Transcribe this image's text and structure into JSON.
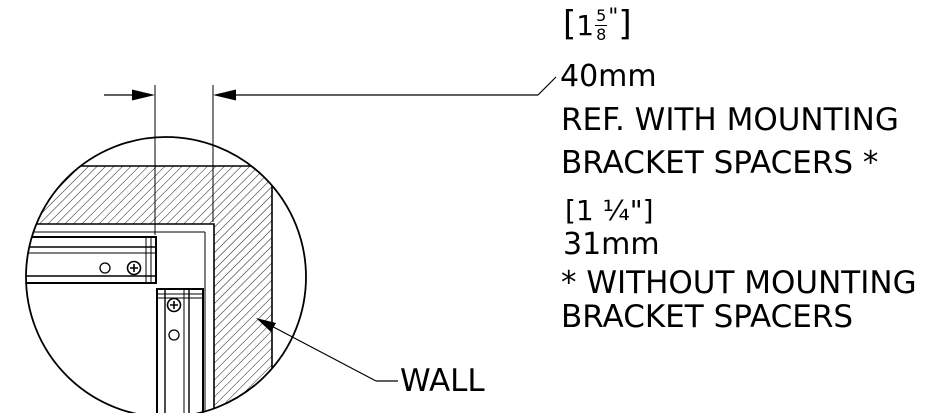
{
  "colors": {
    "ink": "#000000",
    "paper": "#ffffff"
  },
  "callout_with_spacers": {
    "bracket_open": "[",
    "whole": "1",
    "frac_num": "5",
    "frac_den": "8",
    "inch_mark": "\"",
    "bracket_close": "]",
    "metric": "40mm",
    "line1": "REF. WITH MOUNTING",
    "line2": "BRACKET SPACERS *"
  },
  "callout_without_spacers": {
    "imperial": "[1 ¼\"]",
    "metric": "31mm",
    "line1": "* WITHOUT MOUNTING",
    "line2": "BRACKET SPACERS"
  },
  "wall_label": "WALL"
}
